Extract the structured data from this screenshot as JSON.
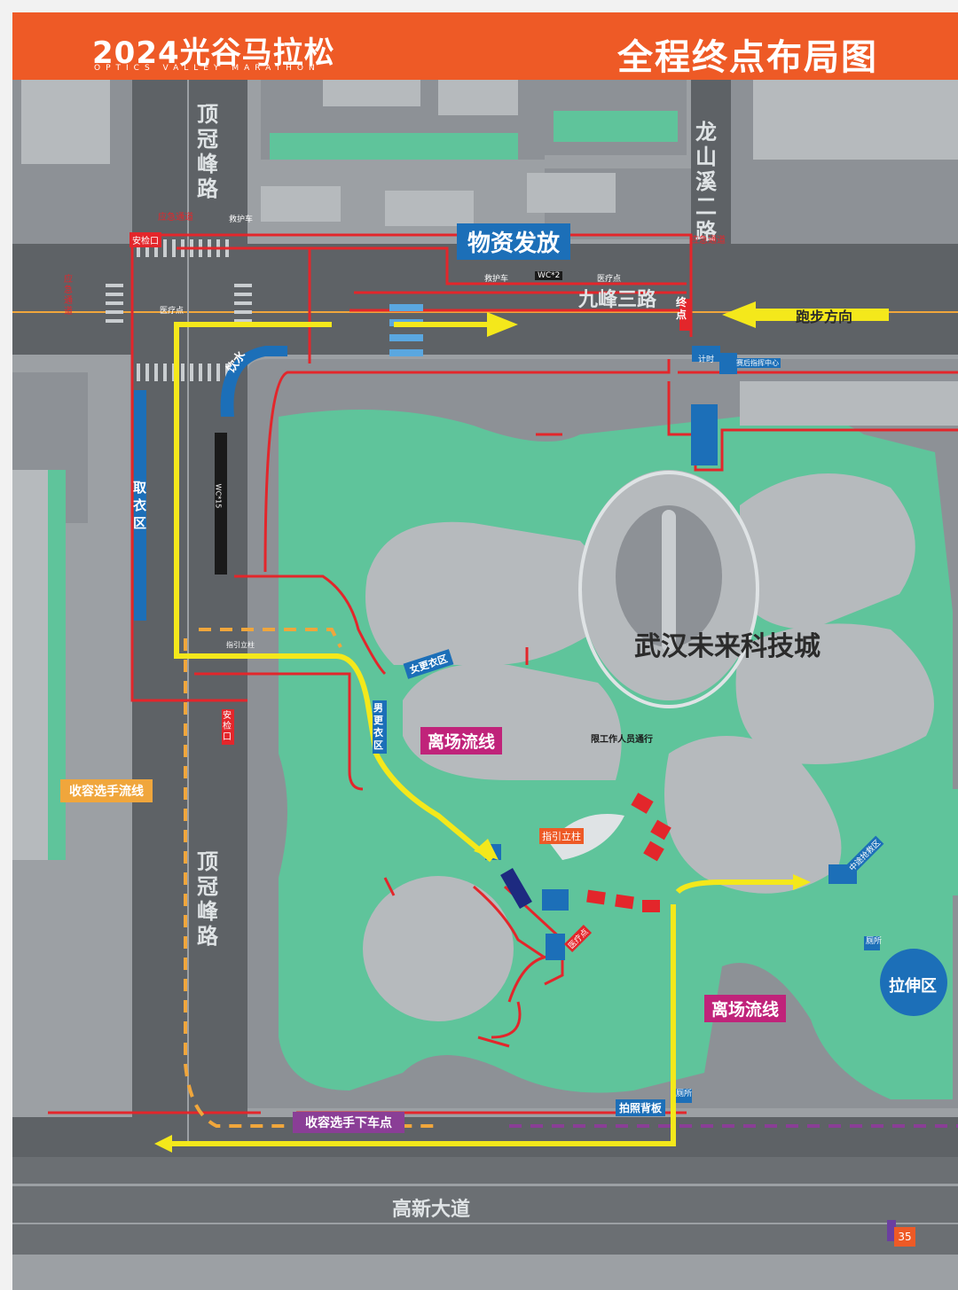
{
  "header": {
    "brand": "2024光谷马拉松",
    "brand_sub": "OPTICS VALLEY MARATHON",
    "title": "全程终点布局图",
    "background_color": "#ee5a26"
  },
  "roads": {
    "dingguanfeng_top": "顶冠峰路",
    "dingguanfeng_bottom": "顶冠峰路",
    "longshanxi": "龙山溪二路",
    "jiufeng": "九峰三路",
    "gaoxin": "高新大道"
  },
  "map_labels": {
    "venue": "武汉未来科技城",
    "supply": "物资发放",
    "direction": "跑步方向",
    "exit_flow_1": "离场流线",
    "exit_flow_2": "离场流线",
    "pickup_flow": "收容选手流线",
    "pickup_dropoff": "收容选手下车点",
    "stretch": "拉伸区",
    "drink": "饮水",
    "clothing_pickup": "取衣区",
    "women_changing": "女更衣区",
    "men_changing": "男更衣区",
    "security_1": "安检口",
    "security_2": "安检口",
    "finish": "终点",
    "staff_only": "限工作人员通行",
    "guide_post": "指引立柱",
    "guide_post_small": "指引立柱",
    "photo_board": "拍照背板",
    "ambulance_1": "救护车",
    "ambulance_2": "救护车",
    "wc_2": "WC*2",
    "wc_15": "WC*15",
    "medical_1": "医疗点",
    "medical_2": "医疗点",
    "medical_3": "医疗点",
    "timing": "计时",
    "race_center": "赛后指挥中心",
    "rescue_area": "中途抢救区",
    "toilet_1": "厕所",
    "toilet_2": "厕所",
    "pickup_booth_1": "应急通道",
    "pickup_booth_2": "应急通道",
    "pickup_booth_3": "应急通道"
  },
  "page_number": "35",
  "colors": {
    "ground": "#9ca0a4",
    "road": "#5e6266",
    "green": "#5fc49b",
    "route_yellow": "#f4e81b",
    "barrier_red": "#e3262b",
    "label_blue": "#1c6fb8",
    "label_magenta": "#c0237a",
    "label_orange": "#f0a63c",
    "label_purple": "#8a3e96"
  }
}
